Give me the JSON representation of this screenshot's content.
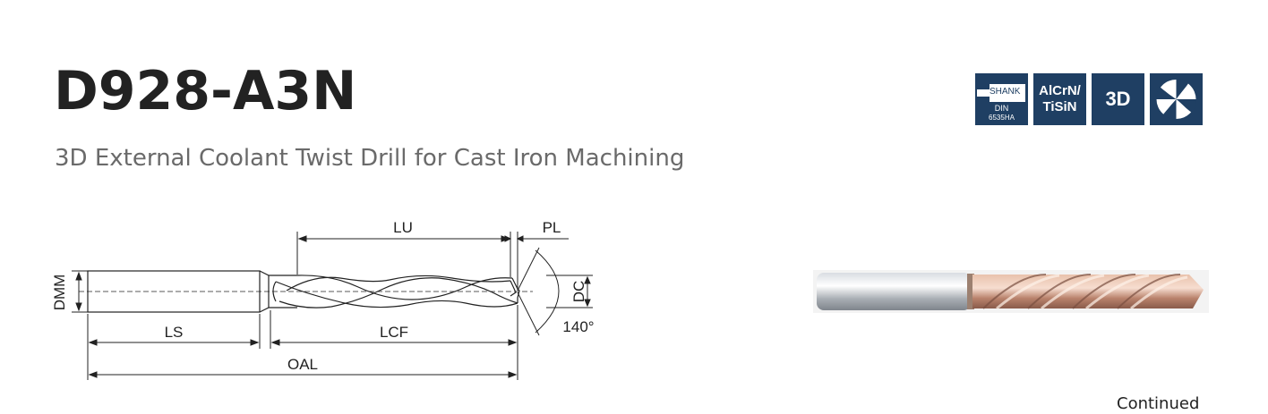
{
  "product": {
    "code": "D928-A3N",
    "description": "3D External Coolant Twist Drill for Cast Iron Machining"
  },
  "badges": {
    "shank": {
      "label": "SHANK",
      "standard": "DIN",
      "code": "6535HA",
      "icon": "shank-icon"
    },
    "coating": {
      "line1": "AlCrN/",
      "line2": "TiSiN"
    },
    "depth": {
      "label": "3D"
    },
    "flute": {
      "icon": "coolant-flute-icon"
    },
    "color": "#1f3f63"
  },
  "drawing": {
    "labels": {
      "lu": "LU",
      "pl": "PL",
      "dmm": "DMM",
      "dc": "DC",
      "ls": "LS",
      "lcf": "LCF",
      "oal": "OAL",
      "angle": "140°"
    }
  },
  "photo": {
    "icon": "drill-photo"
  },
  "footer": {
    "continued": "Continued"
  }
}
